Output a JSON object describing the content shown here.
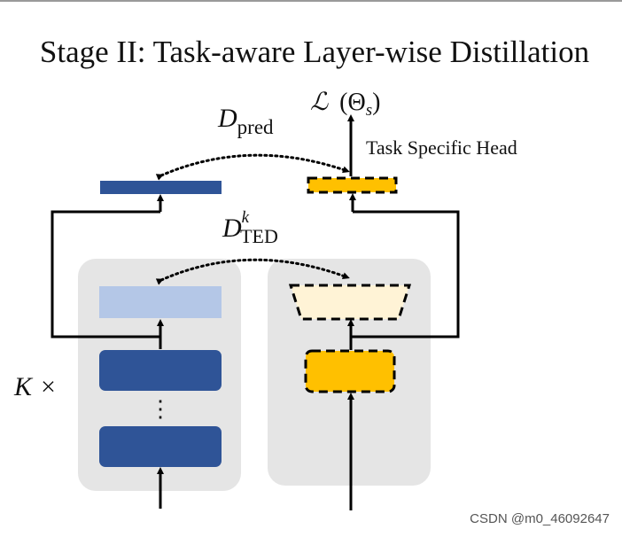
{
  "title": "Stage II: Task-aware Layer-wise Distillation",
  "labels": {
    "loss": {
      "symbol": "ℒ",
      "open": "(",
      "theta": "Θ",
      "sub": "s",
      "close": ")"
    },
    "d_pred": {
      "main": "D",
      "sub": "pred"
    },
    "d_ted": {
      "main": "D",
      "sub": "TED",
      "sup": "k"
    },
    "task_head": "Task Specific Head",
    "repeat": {
      "k": "K",
      "times": "×"
    },
    "vdots": "⋮"
  },
  "watermark": "CSDN @m0_46092647",
  "colors": {
    "teacher_block": "#2f5497",
    "teacher_light": "#b4c7e7",
    "student_block": "#ffc000",
    "student_light": "#fff3d6",
    "panel": "#e5e5e5",
    "line": "#000000"
  }
}
